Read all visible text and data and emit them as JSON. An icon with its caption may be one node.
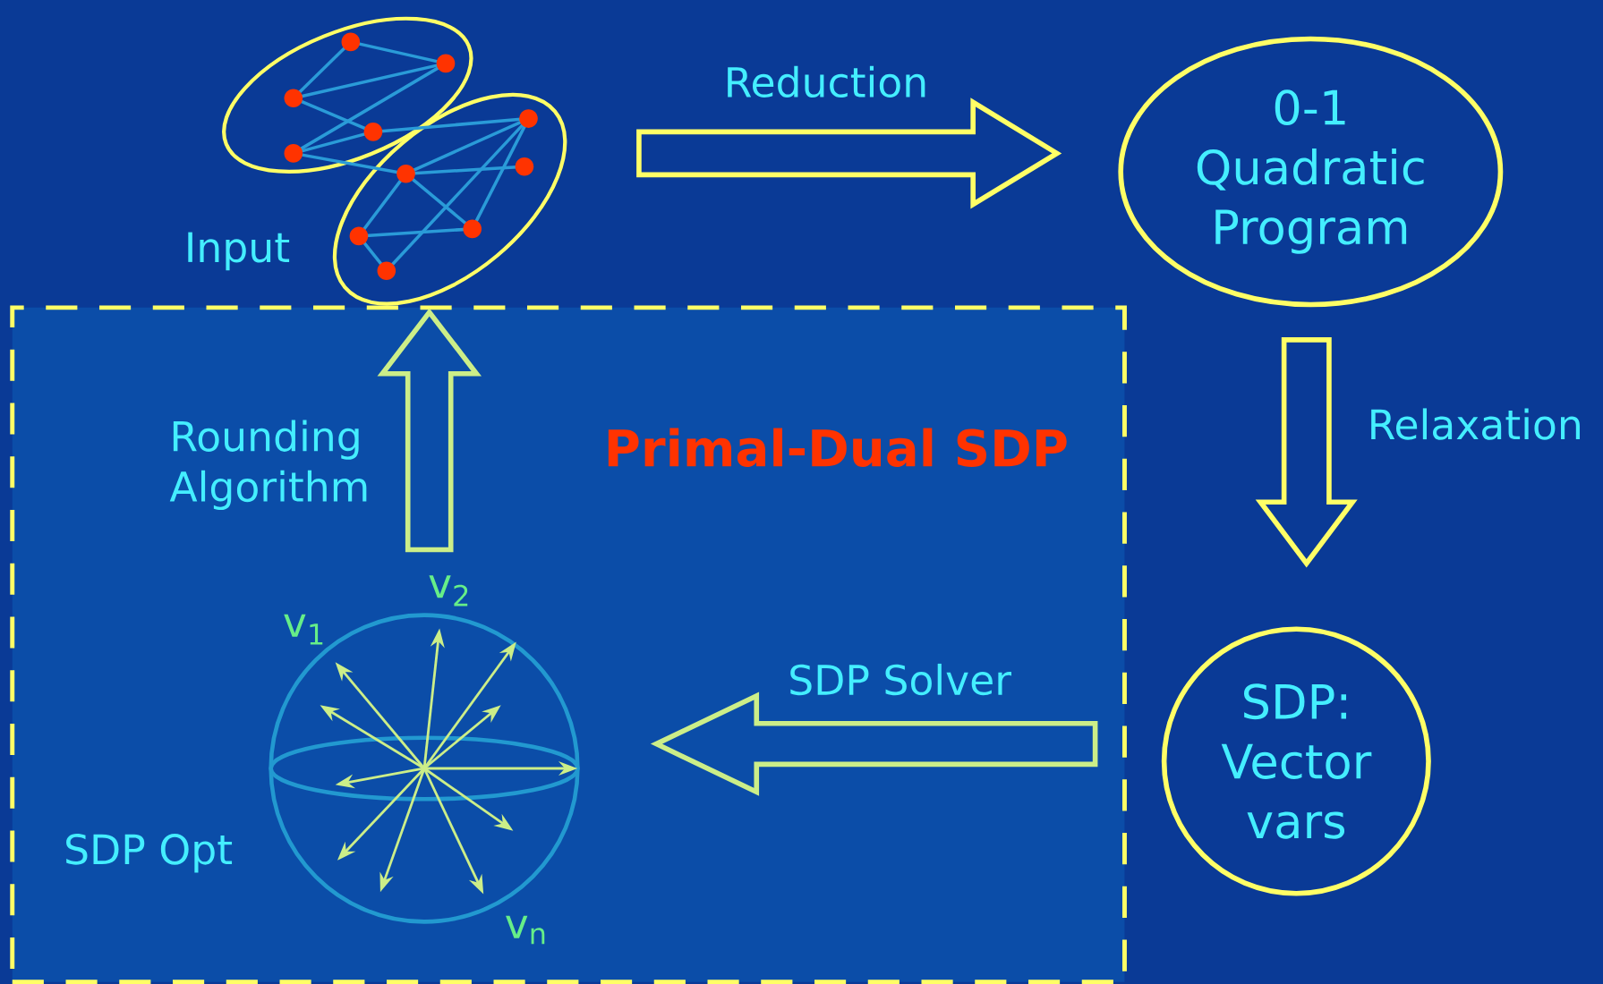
{
  "diagram": {
    "nodes": [
      {
        "text": [
          "Input"
        ]
      },
      {
        "text": [
          "0-1 Quadratic Program"
        ]
      },
      {
        "text": [
          "SDP: Vector vars"
        ]
      },
      {
        "text": [
          "Primal-Dual SDP"
        ]
      },
      {
        "text": [],
        "shape": "picture",
        "in": 3,
        "beside": [
          "SDP Opt"
        ]
      }
    ],
    "edges": [
      {
        "from": 0,
        "to": 1,
        "arrow": "to",
        "label": "Reduction",
        "color": "#ffff66"
      },
      {
        "from": 1,
        "to": 2,
        "arrow": "to",
        "label": "Relaxation",
        "color": "#ffff66"
      },
      {
        "from": 2,
        "to": 4,
        "arrow": "to",
        "label": "SDP Solver",
        "color": "#ccee88"
      },
      {
        "from": 4,
        "to": 0,
        "arrow": "to",
        "label": "Rounding Algorithm",
        "color": "#ccee88"
      }
    ],
    "labels": [
      "v$_{1}$",
      "v$_{2}$",
      "v$_{n}$"
    ]
  }
}
